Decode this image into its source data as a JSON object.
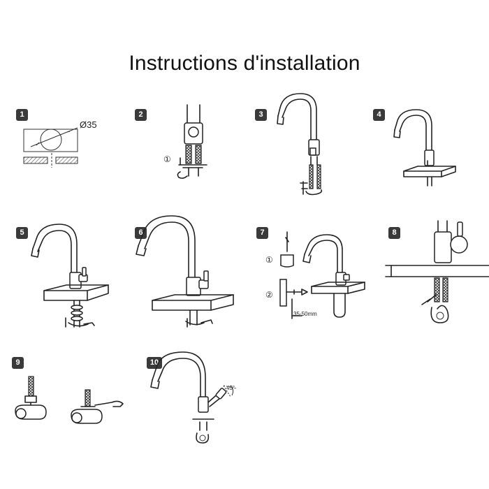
{
  "title": "Instructions d'installation",
  "steps": [
    {
      "number": "1",
      "label": "Ø35"
    },
    {
      "number": "2",
      "callout": "①"
    },
    {
      "number": "3"
    },
    {
      "number": "4"
    },
    {
      "number": "5"
    },
    {
      "number": "6"
    },
    {
      "number": "7",
      "callout_1": "①",
      "callout_2": "②",
      "range": "35-50mm"
    },
    {
      "number": "8"
    },
    {
      "number": "9"
    },
    {
      "number": "10",
      "angle": "45°"
    }
  ]
}
